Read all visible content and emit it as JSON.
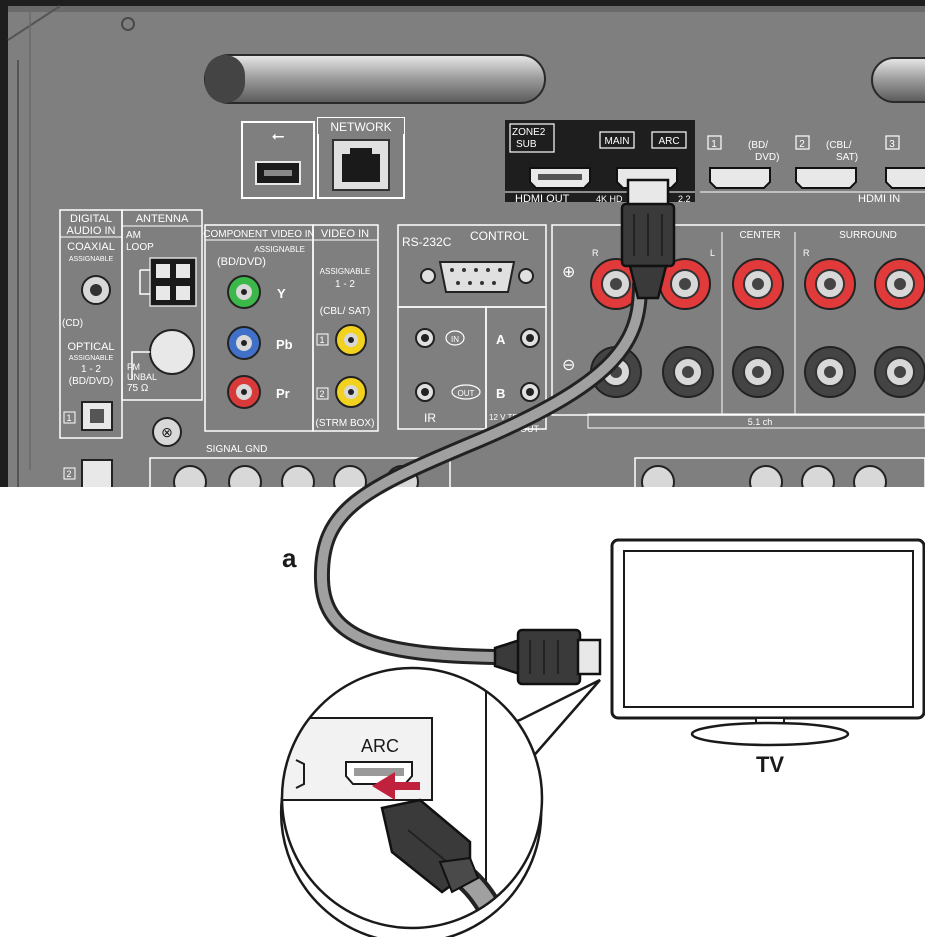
{
  "panel": {
    "usb_symbol": "⭠",
    "network": "NETWORK",
    "hdmi_out": {
      "zone2_sub": [
        "ZONE2",
        "SUB"
      ],
      "main": "MAIN",
      "arc": "ARC",
      "label": "HDMI OUT",
      "spec": "4K HD",
      "spec_end": "2.2"
    },
    "hdmi_in": {
      "label": "HDMI IN",
      "port1_num": "1",
      "port1_name": [
        "(BD/",
        "DVD)"
      ],
      "port2_num": "2",
      "port2_name": [
        "(CBL/",
        "SAT)"
      ],
      "port3_num": "3"
    },
    "digital_audio_in": [
      "DIGITAL",
      "AUDIO IN"
    ],
    "coaxial": "COAXIAL",
    "coaxial_assignable": "ASSIGNABLE",
    "cd": "(CD)",
    "optical": "OPTICAL",
    "optical_assignable": "ASSIGNABLE",
    "optical_range": "1 - 2",
    "optical_device": "(BD/DVD)",
    "optical_num1": "1",
    "optical_num2": "2",
    "antenna": "ANTENNA",
    "am_loop": [
      "AM",
      "LOOP"
    ],
    "fm_unbal": [
      "FM",
      "UNBAL",
      "75 Ω"
    ],
    "component_video_in": "COMPONENT VIDEO IN",
    "component_assignable": "ASSIGNABLE",
    "component_device": "(BD/DVD)",
    "y": "Y",
    "pb": "Pb",
    "pr": "Pr",
    "video_in": "VIDEO IN",
    "video_assignable": "ASSIGNABLE",
    "video_range": "1 - 2",
    "video_cbl_sat": "(CBL/ SAT)",
    "video_num1": "1",
    "video_num2": "2",
    "strm_box": "(STRM BOX)",
    "rs232c": "RS-232C",
    "control": "CONTROL",
    "in": "IN",
    "out": "OUT",
    "ir": "IR",
    "a": "A",
    "b": "B",
    "trigger": "12 V  TRIGGER",
    "trigger_out": "OUT",
    "plus": "⊕",
    "minus": "⊖",
    "center": "CENTER",
    "surround": "SURROUND",
    "r": "R",
    "l": "L",
    "surround_r": "R",
    "ch51": "5.1 ch",
    "signal_gnd": "SIGNAL GND"
  },
  "callout": {
    "cable_letter": "a",
    "tv_label": "TV",
    "zoom_arc": "ARC"
  },
  "colors": {
    "panel": "#7d7d7d",
    "panel_dark": "#1f1f1f",
    "speaker_red": "#e03a3a",
    "arrow_red": "#c0223e",
    "jack_green": "#3cb84a",
    "jack_blue": "#4070c8",
    "jack_red": "#d83a3a",
    "jack_yellow": "#f2d21e"
  }
}
